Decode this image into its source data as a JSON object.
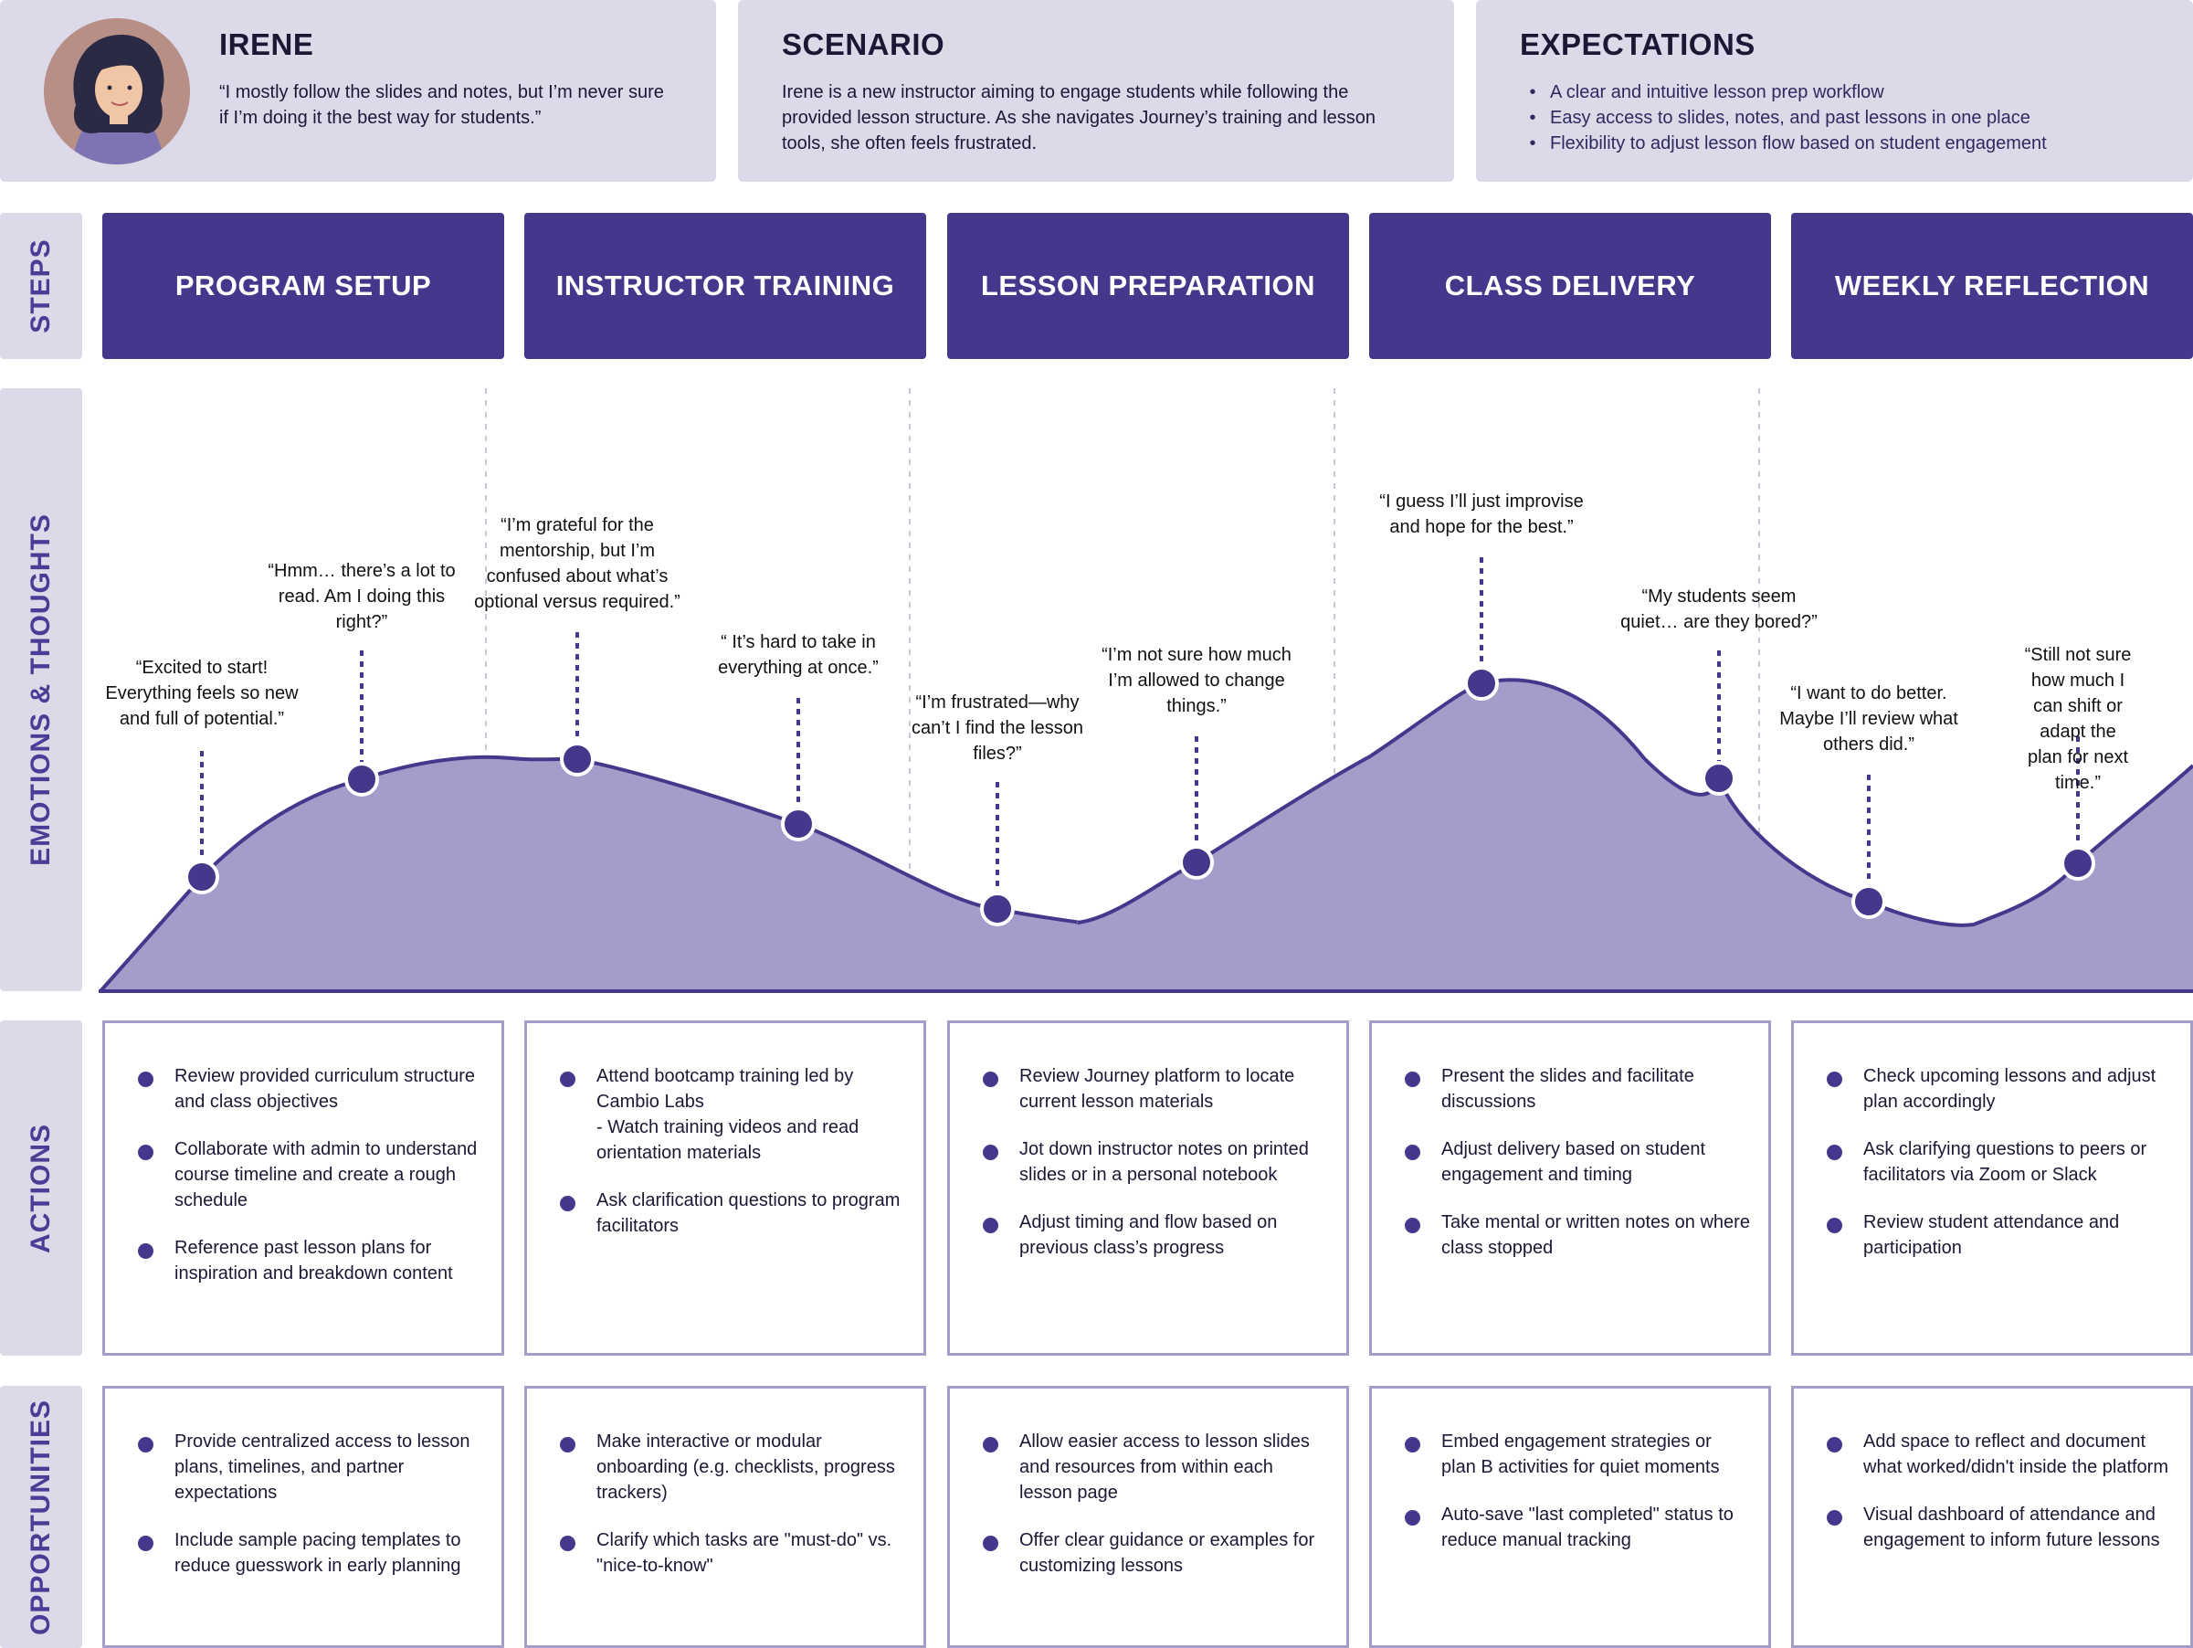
{
  "persona": {
    "name": "IRENE",
    "quote": "“I mostly follow the slides and notes, but I’m never sure if I’m doing it the best way for students.”"
  },
  "scenario": {
    "title": "SCENARIO",
    "text": "Irene is a new instructor aiming to engage students while following the provided lesson structure. As she navigates Journey’s training and lesson tools, she often feels frustrated."
  },
  "expectations": {
    "title": "EXPECTATIONS",
    "items": [
      "A clear and intuitive lesson prep workflow",
      "Easy access to slides, notes, and past lessons in one place",
      "Flexibility to adjust lesson flow based on student engagement"
    ]
  },
  "row_labels": {
    "steps": "STEPS",
    "emotions": "EMOTIONS & THOUGHTS",
    "actions": "ACTIONS",
    "opportunities": "OPPORTUNITIES"
  },
  "steps": [
    "PROGRAM SETUP",
    "INSTRUCTOR TRAINING",
    "LESSON PREPARATION",
    "CLASS DELIVERY",
    "WEEKLY REFLECTION"
  ],
  "emotions": [
    {
      "quote": "“Excited to start!\nEverything feels so new\nand full of potential.”"
    },
    {
      "quote": "“Hmm… there’s a lot to\nread. Am I doing this\nright?”"
    },
    {
      "quote": "“I’m grateful for the\nmentorship, but I’m\nconfused about what’s\noptional versus required.”"
    },
    {
      "quote": "“ It’s hard to take in\neverything at once.”"
    },
    {
      "quote": "“I’m frustrated—why\ncan’t I find the lesson\nfiles?”"
    },
    {
      "quote": "“I’m not sure how much\nI’m allowed to change\nthings.”"
    },
    {
      "quote": "“I guess I’ll just improvise\nand hope for the best.”"
    },
    {
      "quote": "“My students seem\nquiet… are they bored?”"
    },
    {
      "quote": "“I want to do better.\nMaybe I’ll review what\nothers did.”"
    },
    {
      "quote": "“Still not sure how much I\ncan shift or adapt the\nplan for next time.”"
    }
  ],
  "actions": [
    [
      "Review provided curriculum structure and class objectives",
      "Collaborate with admin to understand course timeline and create a rough schedule",
      "Reference past lesson plans for inspiration and breakdown content"
    ],
    [
      "Attend bootcamp training led by Cambio Labs\n- Watch training videos and read orientation materials",
      "Ask clarification questions to program facilitators"
    ],
    [
      "Review Journey platform to locate current lesson materials",
      "Jot down instructor notes on printed slides or in a personal notebook",
      "Adjust timing and flow based on previous class’s progress"
    ],
    [
      "Present the slides and facilitate discussions",
      "Adjust delivery based on student engagement and timing",
      "Take mental or written notes on where class stopped"
    ],
    [
      "Check upcoming lessons and adjust plan accordingly",
      "Ask clarifying questions to peers or facilitators via Zoom or Slack",
      "Review student attendance and participation"
    ]
  ],
  "opportunities": [
    [
      "Provide centralized access to lesson plans, timelines, and partner expectations",
      "Include sample pacing templates to reduce guesswork in early planning"
    ],
    [
      "Make interactive or modular onboarding (e.g. checklists, progress trackers)",
      "Clarify which tasks are \"must-do\" vs. \"nice-to-know\""
    ],
    [
      "Allow easier access to lesson slides and resources from within each lesson page",
      "Offer clear guidance or examples for customizing lessons"
    ],
    [
      "Embed engagement strategies or plan B activities for quiet moments",
      "Auto-save \"last completed\" status to reduce manual tracking"
    ],
    [
      "Add space to reflect and document what worked/didn't inside the platform",
      "Visual dashboard of attendance and engagement to inform future lessons"
    ]
  ],
  "colors": {
    "primary": "#45388c",
    "area_fill": "#a29dc9",
    "label_bg": "#dcd9e9",
    "box_border": "#a39ec8"
  }
}
